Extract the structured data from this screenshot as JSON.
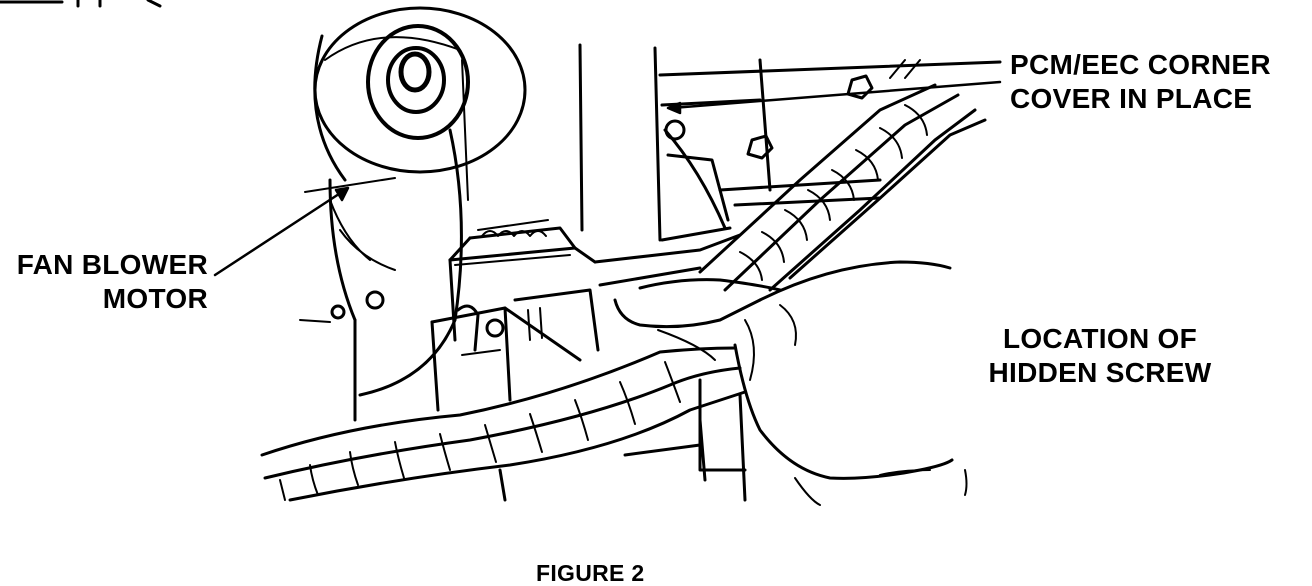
{
  "figure": {
    "caption": "FIGURE 2",
    "labels": {
      "pcm_cover": {
        "line1": "PCM/EEC CORNER",
        "line2": "COVER IN PLACE"
      },
      "fan_blower": {
        "line1": "FAN BLOWER",
        "line2": "MOTOR"
      },
      "hidden_screw": {
        "line1": "LOCATION OF",
        "line2": "HIDDEN SCREW"
      }
    }
  },
  "colors": {
    "ink": "#000000",
    "paper": "#ffffff"
  }
}
